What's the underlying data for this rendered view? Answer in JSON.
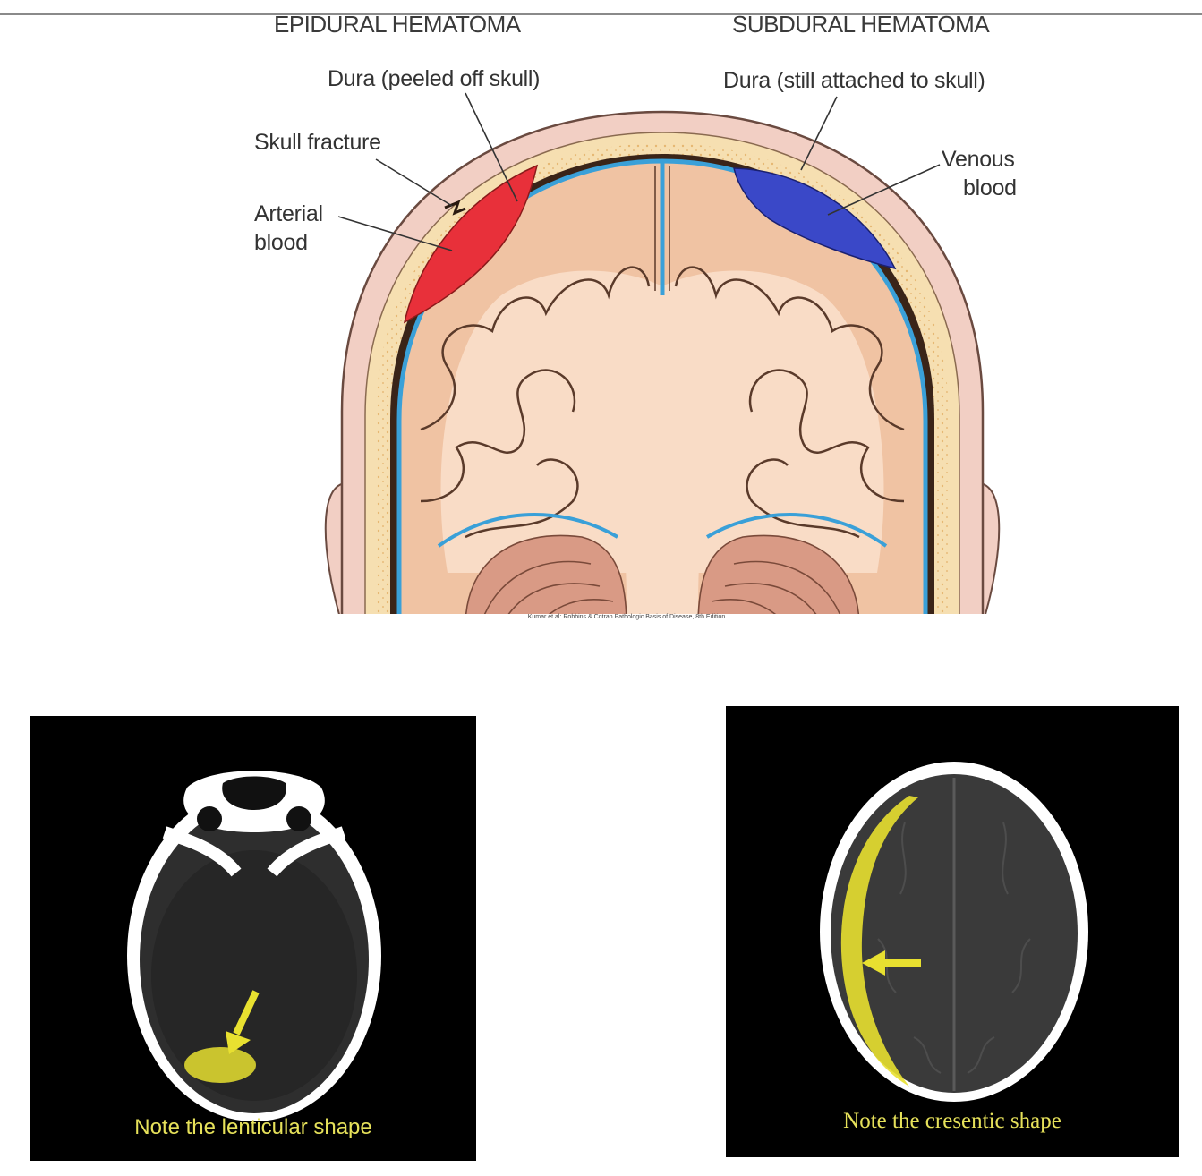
{
  "diagram": {
    "headings": {
      "left": "EPIDURAL HEMATOMA",
      "right": "SUBDURAL HEMATOMA"
    },
    "labels": {
      "dura_peeled": "Dura (peeled off skull)",
      "skull_fracture": "Skull fracture",
      "arterial_line1": "Arterial",
      "arterial_line2": "blood",
      "dura_attached": "Dura (still attached to skull)",
      "venous_line1": "Venous",
      "venous_line2": "blood"
    },
    "credit": "Kumar et al: Robbins & Cotran Pathologic Basis of Disease, 8th Edition",
    "colors": {
      "scalp": "#f2cfc4",
      "skull": "#f6dfb1",
      "dura": "#3aa0d8",
      "brain": "#f0c3a3",
      "white_matter": "#f9dcc6",
      "arterial_blood": "#e8303a",
      "venous_blood": "#3a48c8"
    }
  },
  "ct_scans": {
    "epidural": {
      "caption": "Note the lenticular shape",
      "highlight_color": "#e8e030"
    },
    "subdural": {
      "caption": "Note the cresentic shape",
      "highlight_color": "#e8e030"
    }
  }
}
